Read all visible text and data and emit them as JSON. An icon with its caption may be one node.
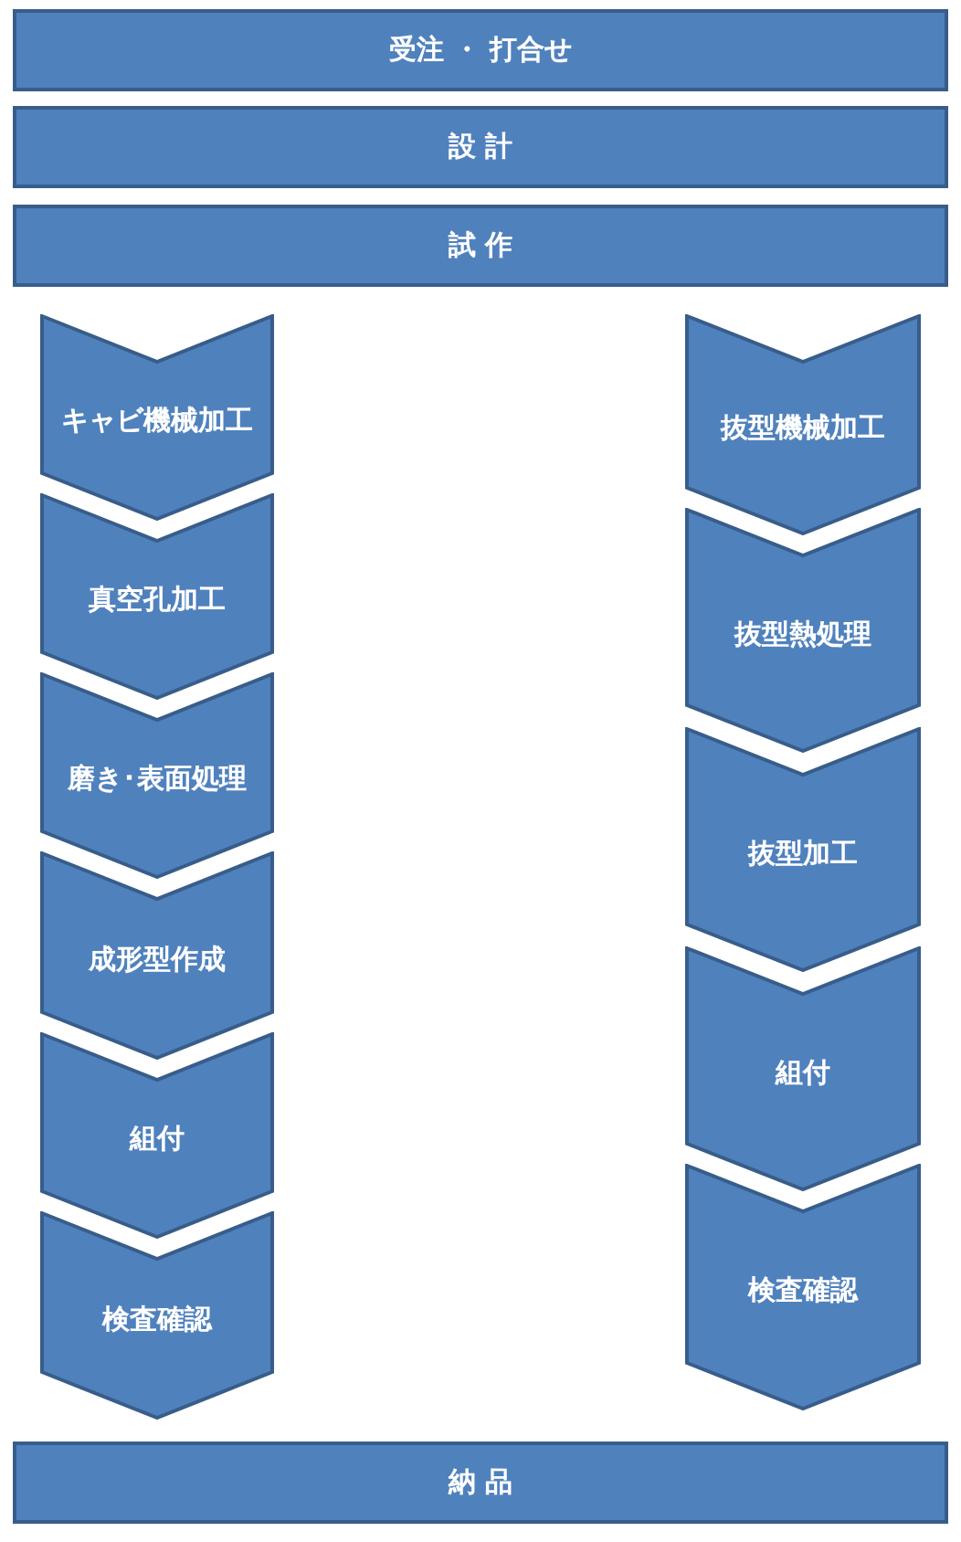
{
  "diagram": {
    "nodes": [
      {
        "text": [
          "受注 ・ 打合せ"
        ]
      },
      {
        "text": [
          "設 計"
        ]
      },
      {
        "text": [
          "試 作"
        ]
      },
      {
        "text": [
          "キャビ機械加工"
        ]
      },
      {
        "text": [
          "真空孔加工"
        ]
      },
      {
        "text": [
          "磨き･表面処理"
        ]
      },
      {
        "text": [
          "成形型作成"
        ]
      },
      {
        "text": [
          "組付"
        ]
      },
      {
        "text": [
          "検査確認"
        ]
      },
      {
        "text": [
          "抜型機械加工"
        ]
      },
      {
        "text": [
          "抜型熱処理"
        ]
      },
      {
        "text": [
          "抜型加工"
        ]
      },
      {
        "text": [
          "組付"
        ]
      },
      {
        "text": [
          "検査確認"
        ]
      },
      {
        "text": [
          "納 品"
        ]
      }
    ]
  }
}
